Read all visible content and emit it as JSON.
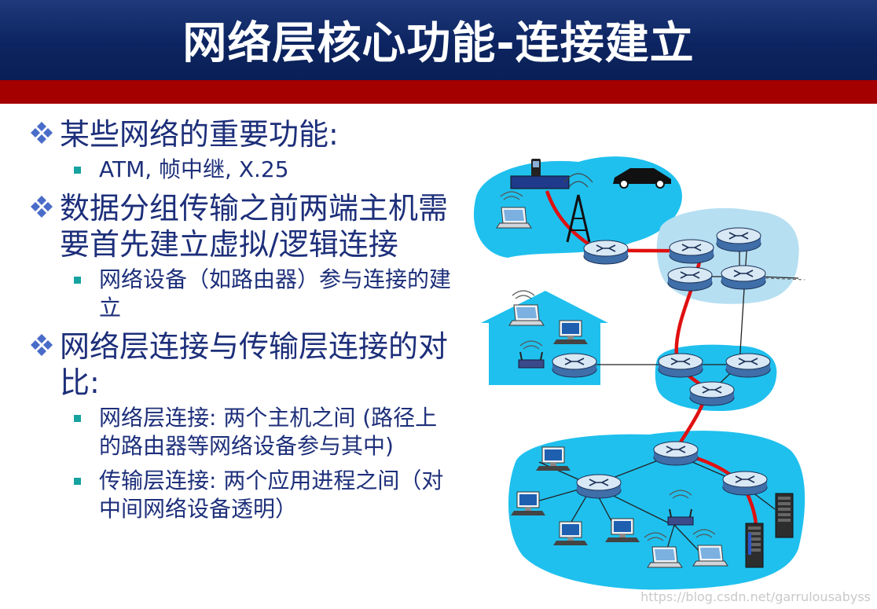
{
  "slide": {
    "title": "网络层核心功能-连接建立",
    "bullets": [
      {
        "text": "某些网络的重要功能:",
        "sub": [
          "ATM, 帧中继, X.25"
        ]
      },
      {
        "text": "数据分组传输之前两端主机需要首先建立虚拟/逻辑连接",
        "sub": [
          "网络设备（如路由器）参与连接的建立"
        ]
      },
      {
        "text": "网络层连接与传输层连接的对比:",
        "sub": [
          "网络层连接: 两个主机之间 (路径上的路由器等网络设备参与其中)",
          "传输层连接: 两个应用进程之间（对中间网络设备透明）"
        ]
      }
    ],
    "watermark": "https://blog.csdn.net/garrulousabyss"
  },
  "colors": {
    "header_bg": "#0c2461",
    "header_red": "#a50000",
    "text": "#1d2f7a",
    "bullet_teal": "#16a3a0",
    "cloud": "#1fc0ee",
    "path": "#e01010"
  },
  "icons": {
    "primary_bullet": "four-diamond-bullet-icon",
    "secondary_bullet": "square-bullet-icon",
    "router": "router-icon",
    "laptop": "laptop-icon",
    "desktop": "desktop-computer-icon",
    "server": "server-rack-icon",
    "cell_tower": "cell-tower-icon",
    "car": "car-icon",
    "phone": "phone-icon",
    "wireless_ap": "wireless-access-point-icon"
  }
}
